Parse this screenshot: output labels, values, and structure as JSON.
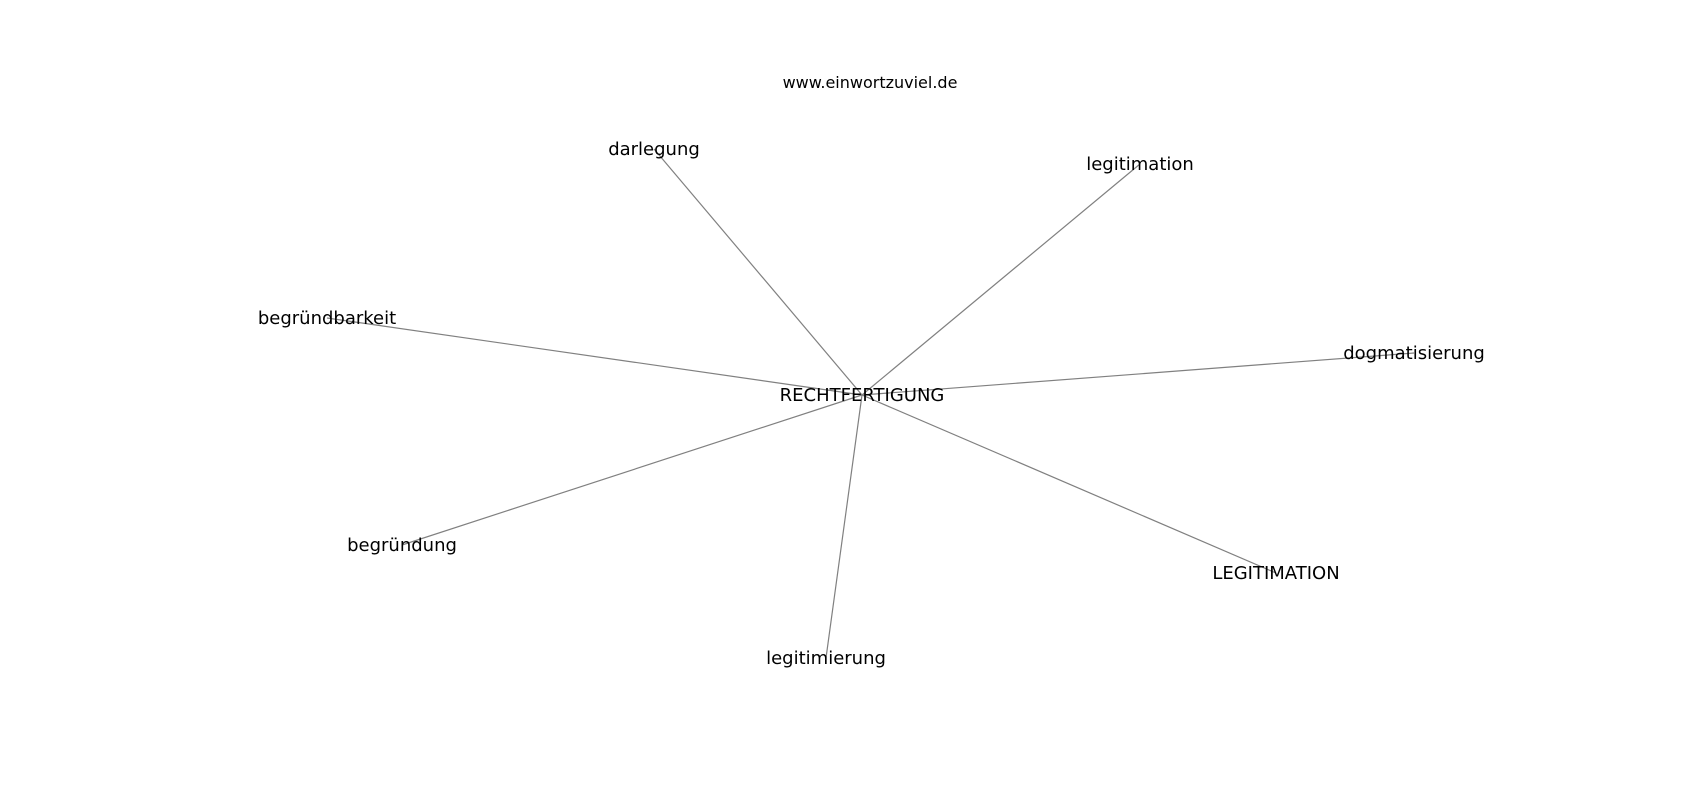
{
  "watermark": "www.einwortzuviel.de",
  "center": {
    "id": "center",
    "label": "RECHTFERTIGUNG"
  },
  "nodes": [
    {
      "id": "darlegung",
      "label": "darlegung"
    },
    {
      "id": "legitimation",
      "label": "legitimation"
    },
    {
      "id": "begruendbarkeit",
      "label": "begründbarkeit"
    },
    {
      "id": "dogmatisierung",
      "label": "dogmatisierung"
    },
    {
      "id": "begruendung",
      "label": "begründung"
    },
    {
      "id": "legitimation-upper",
      "label": "LEGITIMATION"
    },
    {
      "id": "legitimierung",
      "label": "legitimierung"
    }
  ],
  "edges": [
    {
      "from": "center",
      "to": "darlegung"
    },
    {
      "from": "center",
      "to": "legitimation"
    },
    {
      "from": "center",
      "to": "begruendbarkeit"
    },
    {
      "from": "center",
      "to": "dogmatisierung"
    },
    {
      "from": "center",
      "to": "begruendung"
    },
    {
      "from": "center",
      "to": "legitimation-upper"
    },
    {
      "from": "center",
      "to": "legitimierung"
    }
  ]
}
